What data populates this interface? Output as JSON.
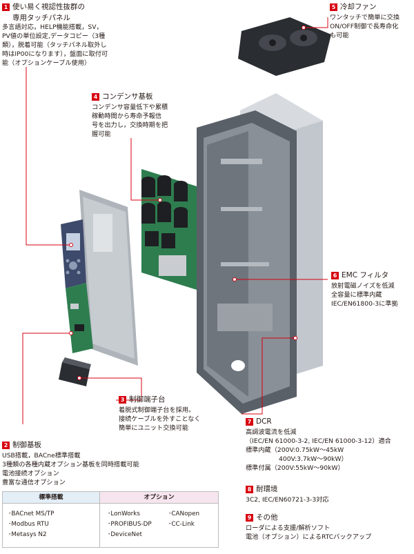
{
  "callouts": {
    "c1": {
      "num": "1",
      "title": "使い易く視認性抜群の",
      "title2": "専用タッチパネル",
      "lines": [
        "多言語対応，HELP機能搭載，SV，",
        "PV値の単位設定,データコピー（3種",
        "類），脱着可能（タッチパネル取外し",
        "時はIP00になります），盤面に取付可",
        "能（オプションケーブル使用）"
      ]
    },
    "c2": {
      "num": "2",
      "title": "制御基板",
      "lines": [
        "USB搭載，BACne標準搭載",
        "3種類の各種内蔵オプション基板を同時搭載可能",
        "電池接続オプション",
        "豊富な通信オプション"
      ]
    },
    "c3": {
      "num": "3",
      "title": "制御端子台",
      "lines": [
        "着脱式制御端子台を採用。",
        "接続ケーブルを外すことなく",
        "簡単にユニット交換可能"
      ]
    },
    "c4": {
      "num": "4",
      "title": "コンデンサ基板",
      "lines": [
        "コンデンサ容量低下や累積",
        "稼動時間から寿命予報信",
        "号を出力し，交換時期を把",
        "握可能"
      ]
    },
    "c5": {
      "num": "5",
      "title": "冷却ファン",
      "lines": [
        "ワンタッチで簡単に交換",
        "ON/OFF制御で長寿命化",
        "も可能"
      ]
    },
    "c6": {
      "num": "6",
      "title": "EMC フィルタ",
      "lines": [
        "放射電磁ノイズを低減",
        "全容量に標準内蔵",
        "IEC/EN61800-3に準拠"
      ]
    },
    "c7": {
      "num": "7",
      "title": "DCR",
      "lines": [
        "高調波電流を低減",
        "（IEC/EN 61000-3-2, IEC/EN 61000-3-12）適合",
        "標準内蔵（200V:0.75kW～45kW",
        "400V:3.7kW～90kW）",
        "標準付属（200V:55kW～90kW）"
      ]
    },
    "c8": {
      "num": "8",
      "title": "耐環境",
      "lines": [
        "3C2, IEC/EN60721-3-3対応"
      ]
    },
    "c9": {
      "num": "9",
      "title": "その他",
      "lines": [
        "ローダによる支援/解析ソフト",
        "電池（オプション）によるRTCバックアップ"
      ]
    }
  },
  "legend": {
    "standard_header": "標準搭載",
    "option_header": "オプション",
    "standard": [
      "･BACnet MS/TP",
      "･Modbus RTU",
      "･Metasys N2"
    ],
    "option_a": [
      "･LonWorks",
      "･PROFIBUS-DP",
      "･DeviceNet"
    ],
    "option_b": [
      "･CANopen",
      "･CC-Link"
    ]
  },
  "colors": {
    "accent": "#d7000f",
    "line": "#d7000f",
    "metal": "#b9bfc6",
    "dark": "#2f3338",
    "pcb": "#2e7d4f"
  }
}
